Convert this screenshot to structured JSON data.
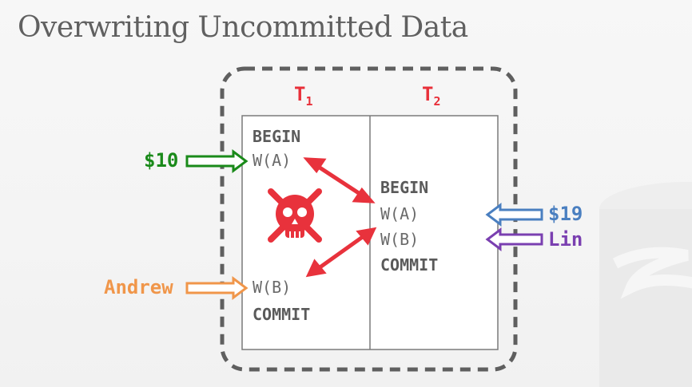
{
  "title": "Overwriting Uncommitted Data",
  "t1": {
    "letter": "T",
    "sub": "1"
  },
  "t2": {
    "letter": "T",
    "sub": "2"
  },
  "t1_ops": {
    "begin": "BEGIN",
    "w_a": "W(A)",
    "w_b": "W(B)",
    "commit": "COMMIT"
  },
  "t2_ops": {
    "begin": "BEGIN",
    "w_a": "W(A)",
    "w_b": "W(B)",
    "commit": "COMMIT"
  },
  "inputs": {
    "ten": "$10",
    "andrew": "Andrew",
    "nineteen": "$19",
    "lin": "Lin"
  },
  "colors": {
    "t_header": "#e8303a",
    "conflict_arrow": "#e8323c",
    "ten": "#1a8a1a",
    "andrew": "#f0964a",
    "nineteen": "#4a7fc0",
    "lin": "#7a3fb0",
    "skull": "#e8323c"
  },
  "icons": {
    "conflict": "skull-crossbones-icon",
    "background": "database-icon"
  }
}
